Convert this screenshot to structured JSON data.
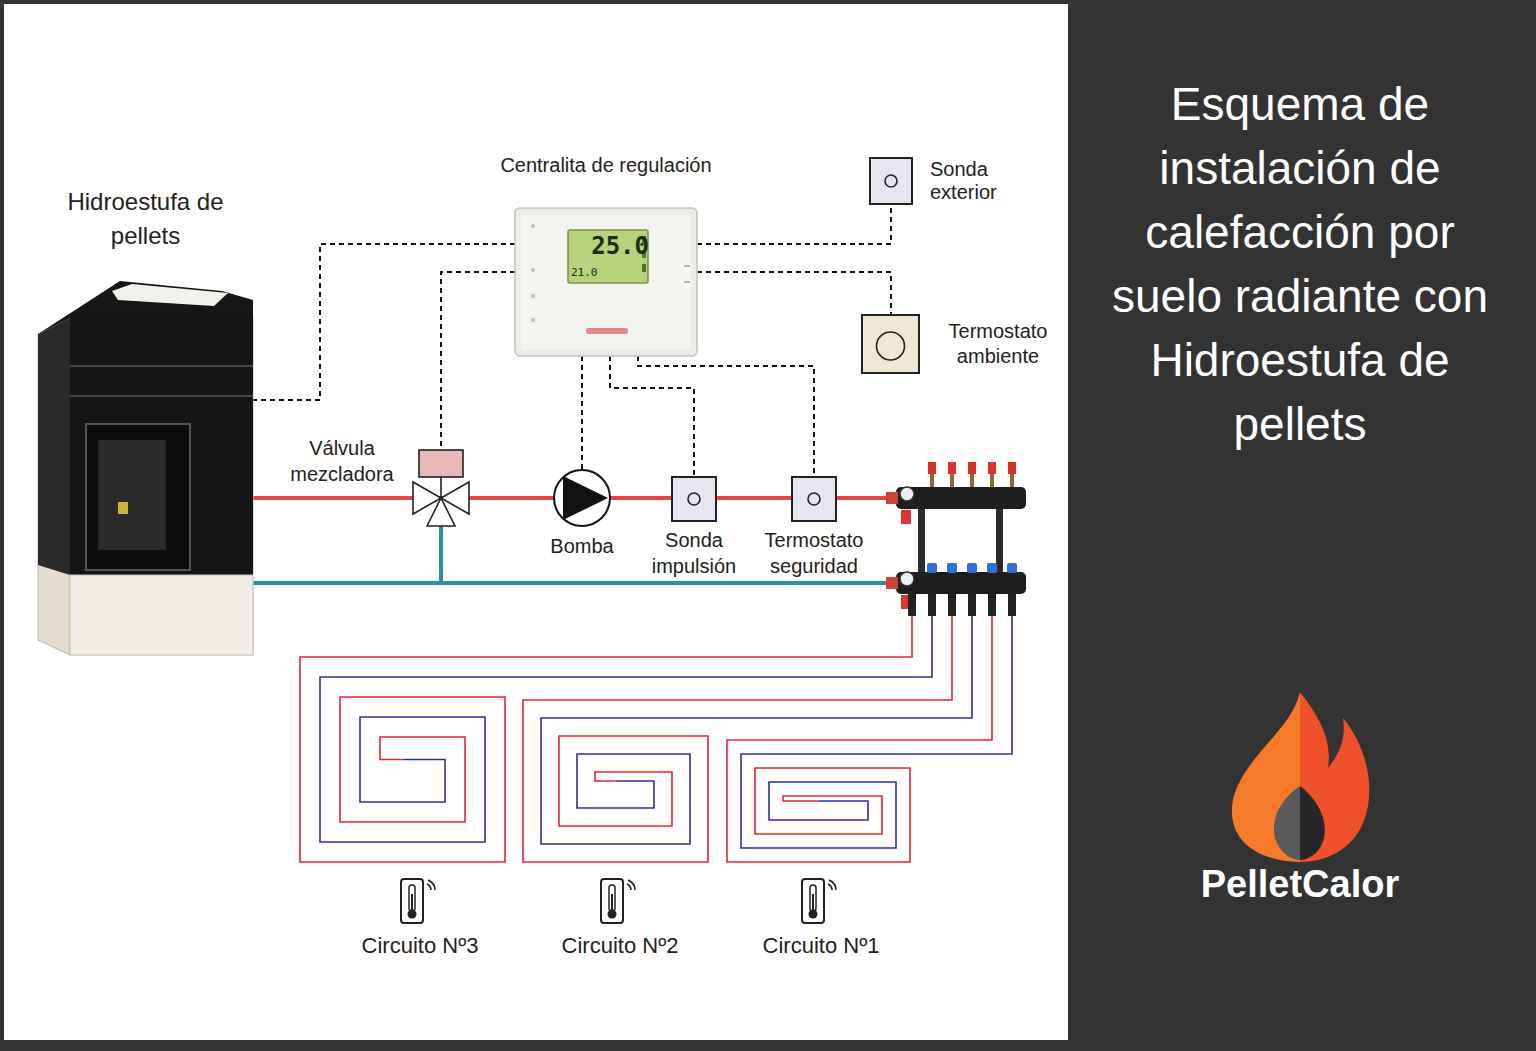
{
  "diagram": {
    "title": "Esquema de instalación de calefacción por suelo radiante con Hidroestufa de pellets",
    "nodes": [
      {
        "text": [
          "Hidroestufa de pellets"
        ]
      },
      {
        "text": [
          "Centralita de regulación",
          "25.0",
          "21.0"
        ]
      },
      {
        "text": [
          "Sonda exterior"
        ]
      },
      {
        "text": [
          "Termostato ambiente"
        ]
      },
      {
        "text": [
          "Válvula mezcladora"
        ]
      },
      {
        "text": [
          "Bomba"
        ]
      },
      {
        "text": [
          "Sonda impulsión"
        ]
      },
      {
        "text": [
          "Termostato seguridad"
        ]
      },
      {
        "text": [
          "Circuito Nº3"
        ]
      },
      {
        "text": [
          "Circuito Nº2"
        ]
      },
      {
        "text": [
          "Circuito Nº1"
        ]
      }
    ],
    "edges": [
      {
        "from": 1,
        "to": 0,
        "arrow": "none"
      },
      {
        "from": 1,
        "to": 4,
        "arrow": "none"
      },
      {
        "from": 1,
        "to": 5,
        "arrow": "none"
      },
      {
        "from": 1,
        "to": 6,
        "arrow": "none"
      },
      {
        "from": 1,
        "to": 7,
        "arrow": "none"
      },
      {
        "from": 1,
        "to": 2,
        "arrow": "none"
      },
      {
        "from": 1,
        "to": 3,
        "arrow": "none"
      },
      {
        "from": 0,
        "to": 4,
        "arrow": "none"
      },
      {
        "from": 4,
        "to": 5,
        "arrow": "none"
      },
      {
        "from": 5,
        "to": 6,
        "arrow": "none"
      },
      {
        "from": 6,
        "to": 7,
        "arrow": "none"
      }
    ],
    "labels": [
      "PelletCalor"
    ]
  }
}
